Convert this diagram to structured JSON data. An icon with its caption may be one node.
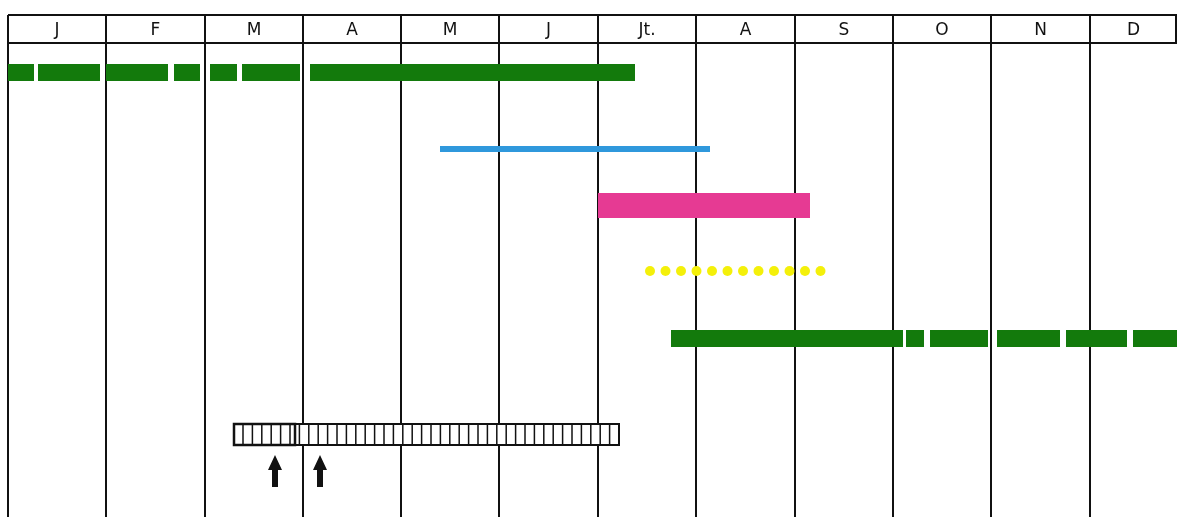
{
  "diagram": {
    "labels": [
      "J",
      "F",
      "M",
      "A",
      "M",
      "J",
      "Jt.",
      "A",
      "S",
      "O",
      "N",
      "D"
    ]
  }
}
